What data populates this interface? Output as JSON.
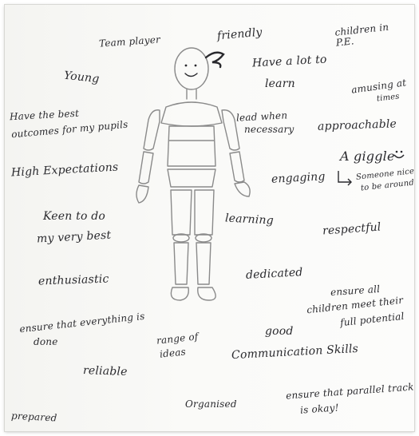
{
  "words": {
    "team_player": "Team player",
    "young": "Young",
    "friendly": "friendly",
    "children_pe": "children in P.E.",
    "have_a_lot_to": "Have a lot to",
    "learn": "learn",
    "best_outcomes_1": "Have the best",
    "best_outcomes_2": "outcomes for my pupils",
    "lead_when_1": "lead when",
    "lead_when_2": "necessary",
    "amusing_1": "amusing at",
    "amusing_2": "times",
    "approachable": "approachable",
    "high_expectations": "High Expectations",
    "a_giggle": "A giggle",
    "engaging": "engaging",
    "someone_nice_1": "Someone nice",
    "someone_nice_2": "to be around",
    "keen_1": "Keen to do",
    "keen_2": "my very best",
    "learning": "learning",
    "respectful": "respectful",
    "enthusiastic": "enthusiastic",
    "dedicated": "dedicated",
    "ensure_all_1": "ensure all",
    "ensure_all_2": "children meet their",
    "ensure_all_3": "full potential",
    "ensure_done_1": "ensure that everything is",
    "ensure_done_2": "done",
    "range_of_1": "range of",
    "range_of_2": "ideas",
    "good": "good",
    "communication": "Communication Skills",
    "reliable": "reliable",
    "prepared": "prepared",
    "organised": "Organised",
    "parallel_1": "ensure that parallel track",
    "parallel_2": "is okay!"
  },
  "icons": {
    "figure": "wooden-mannequin-figure",
    "smiley": "smiley-face",
    "arrow": "curved-arrow"
  },
  "colors": {
    "ink": "#2a2a2e",
    "figure_stroke": "#8a8a8a",
    "paper": "#f8f8f6"
  }
}
